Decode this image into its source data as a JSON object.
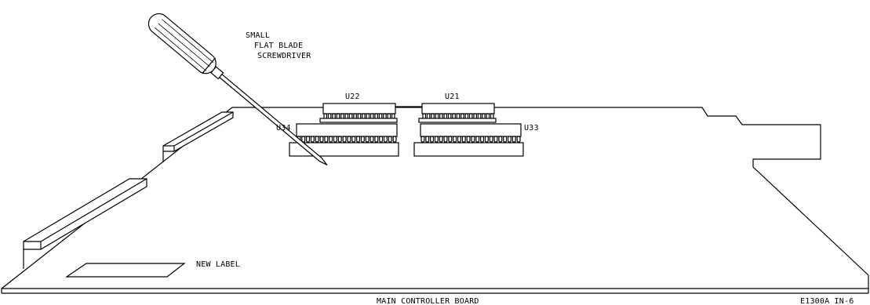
{
  "labels": {
    "tool_line1": "SMALL",
    "tool_line2": "FLAT BLADE",
    "tool_line3": "SCREWDRIVER",
    "u22": "U22",
    "u21": "U21",
    "u34": "U34",
    "u33": "U33",
    "new_label": "NEW LABEL",
    "board_caption": "MAIN CONTROLLER BOARD",
    "figure_id": "E1300A IN-6"
  }
}
